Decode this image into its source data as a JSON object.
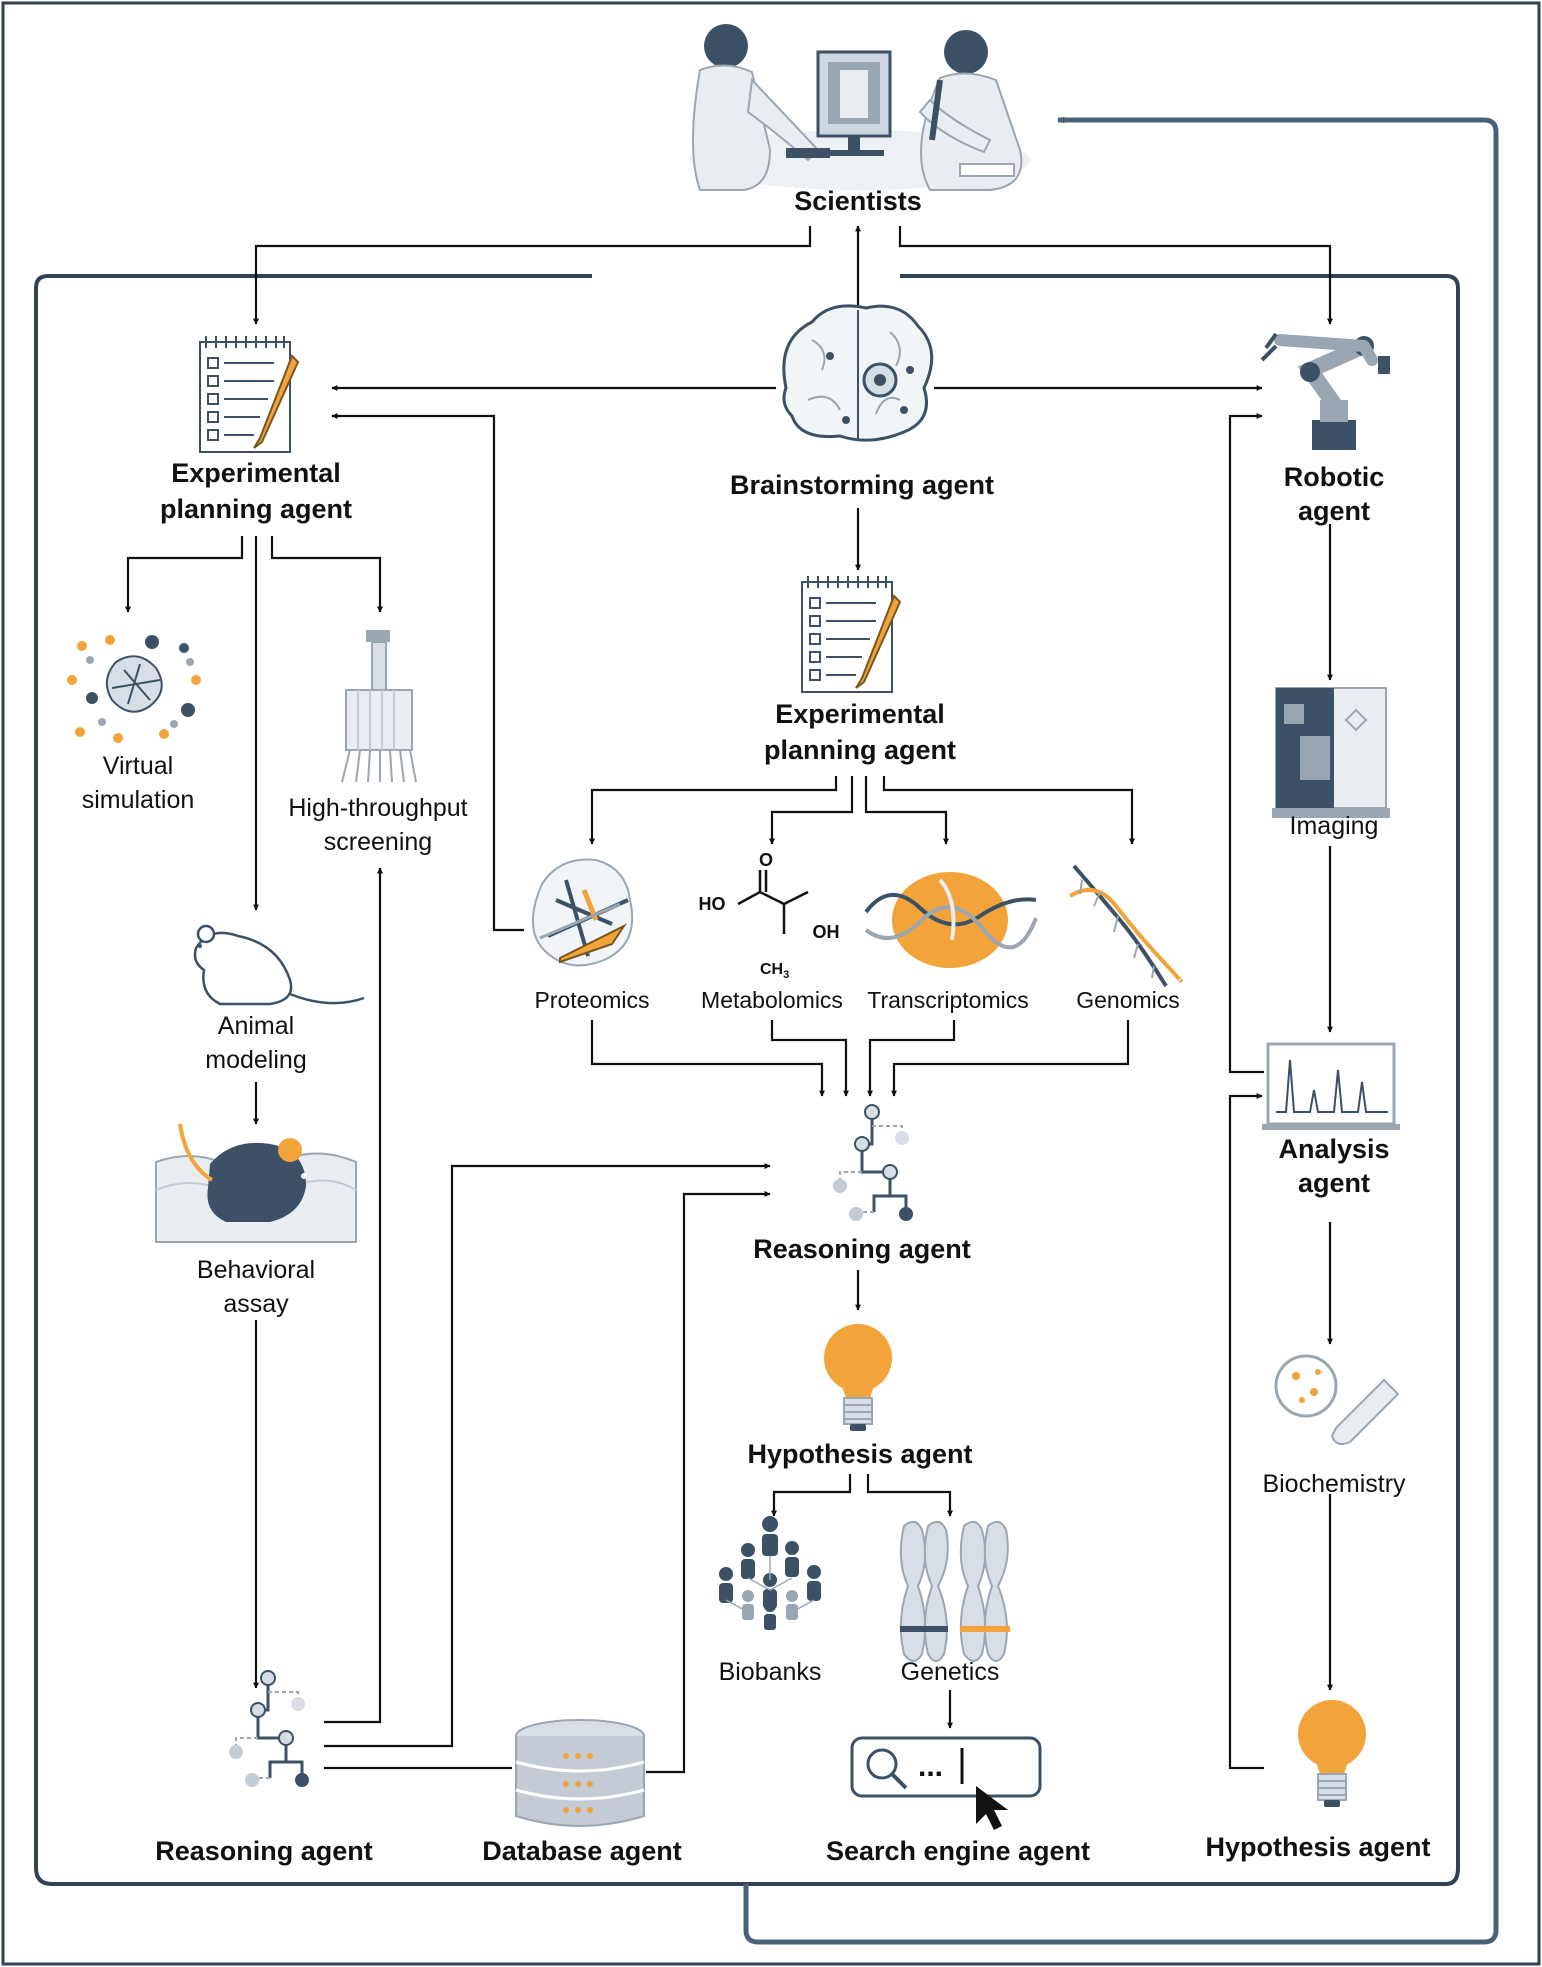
{
  "nodes": {
    "scientists": "Scientists",
    "brainstorming": "Brainstorming agent",
    "exp_plan_left_1": "Experimental",
    "exp_plan_left_2": "planning agent",
    "exp_plan_center_1": "Experimental",
    "exp_plan_center_2": "planning agent",
    "robotic_1": "Robotic",
    "robotic_2": "agent",
    "virtual_1": "Virtual",
    "virtual_2": "simulation",
    "hts_1": "High-throughput",
    "hts_2": "screening",
    "animal_1": "Animal",
    "animal_2": "modeling",
    "behavioral_1": "Behavioral",
    "behavioral_2": "assay",
    "proteomics": "Proteomics",
    "metabolomics": "Metabolomics",
    "transcriptomics": "Transcriptomics",
    "genomics": "Genomics",
    "imaging": "Imaging",
    "analysis_1": "Analysis",
    "analysis_2": "agent",
    "reasoning_center": "Reasoning agent",
    "hypothesis_center": "Hypothesis agent",
    "biochemistry": "Biochemistry",
    "biobanks": "Biobanks",
    "genetics": "Genetics",
    "reasoning_left": "Reasoning agent",
    "database": "Database agent",
    "search": "Search engine agent",
    "hypothesis_right": "Hypothesis agent"
  },
  "molecule_labels": {
    "o": "O",
    "ho": "HO",
    "oh": "OH",
    "ch3": "CH",
    "ch3_sub": "3"
  },
  "search_box_text": "...",
  "colors": {
    "frame": "#2f4256",
    "loop": "#4a6278",
    "arrow": "#111111",
    "accent_orange": "#f2a33a",
    "icon_gray": "#9aa7b3",
    "icon_dark": "#3c5166",
    "icon_light": "#d7dee5"
  }
}
